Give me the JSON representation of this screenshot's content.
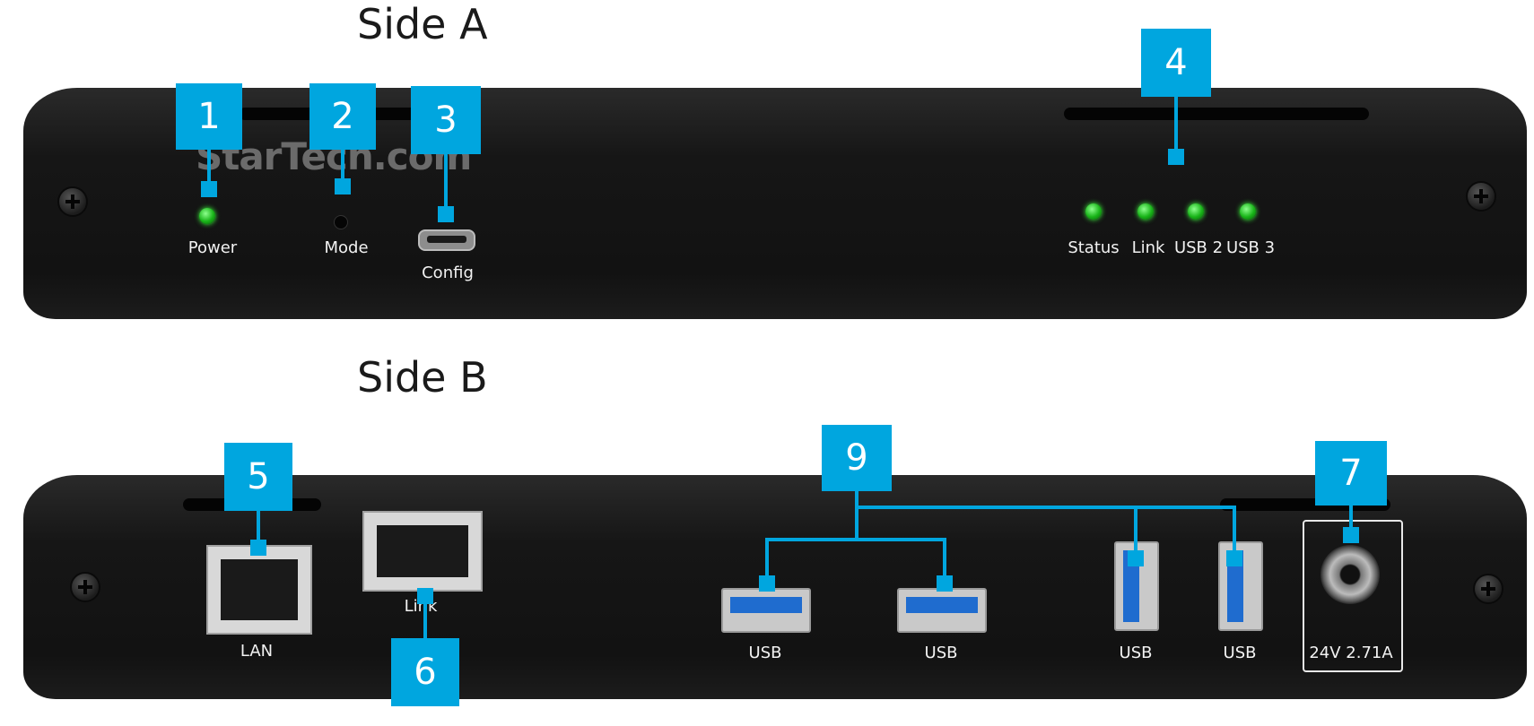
{
  "side_a": {
    "heading": "Side A",
    "logo_text": "StarTech.com",
    "labels": {
      "power": "Power",
      "mode": "Mode",
      "config": "Config",
      "status": "Status",
      "link": "Link",
      "usb2": "USB 2",
      "usb3": "USB 3"
    }
  },
  "side_b": {
    "heading": "Side B",
    "labels": {
      "lan": "LAN",
      "link": "Link",
      "usb": "USB",
      "power_rating": "24V 2.71A"
    }
  },
  "callouts": [
    "1",
    "2",
    "3",
    "4",
    "5",
    "6",
    "7",
    "9"
  ],
  "colors": {
    "callout": "#00a6df",
    "device_body": "#141414",
    "led": "#22c022",
    "usb_tongue": "#1f6ccf"
  }
}
